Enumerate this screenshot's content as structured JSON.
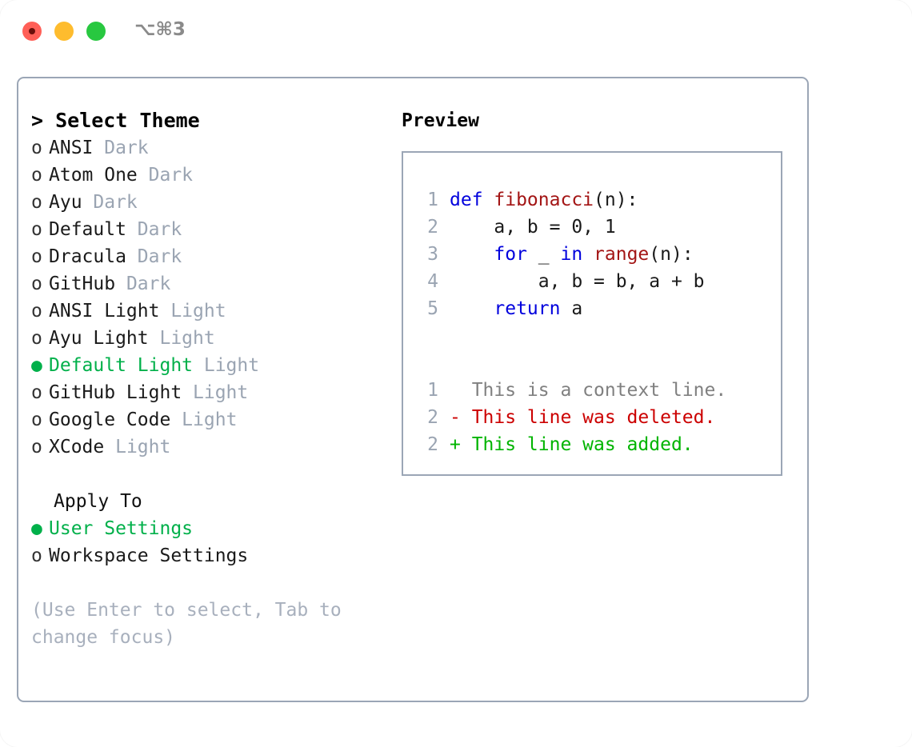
{
  "titlebar": {
    "shortcut": "⌥⌘3",
    "buttons": [
      "close",
      "minimize",
      "maximize"
    ]
  },
  "theme_panel": {
    "header": "> Select Theme",
    "marker_unselected": "o",
    "marker_selected": "●",
    "items": [
      {
        "name": "ANSI",
        "tag": "Dark",
        "selected": false
      },
      {
        "name": "Atom One",
        "tag": "Dark",
        "selected": false
      },
      {
        "name": "Ayu",
        "tag": "Dark",
        "selected": false
      },
      {
        "name": "Default",
        "tag": "Dark",
        "selected": false
      },
      {
        "name": "Dracula",
        "tag": "Dark",
        "selected": false
      },
      {
        "name": "GitHub",
        "tag": "Dark",
        "selected": false
      },
      {
        "name": "ANSI Light",
        "tag": "Light",
        "selected": false
      },
      {
        "name": "Ayu Light",
        "tag": "Light",
        "selected": false
      },
      {
        "name": "Default Light",
        "tag": "Light",
        "selected": true
      },
      {
        "name": "GitHub Light",
        "tag": "Light",
        "selected": false
      },
      {
        "name": "Google Code",
        "tag": "Light",
        "selected": false
      },
      {
        "name": "XCode",
        "tag": "Light",
        "selected": false
      }
    ]
  },
  "apply_to": {
    "label": "Apply To",
    "options": [
      {
        "name": "User Settings",
        "selected": true
      },
      {
        "name": "Workspace Settings",
        "selected": false
      }
    ]
  },
  "hint": "(Use Enter to select, Tab to change focus)",
  "preview": {
    "header": "Preview",
    "code_lines": [
      {
        "no": "1",
        "segments": [
          {
            "t": "def ",
            "c": "kw"
          },
          {
            "t": "fibonacci",
            "c": "fn"
          },
          {
            "t": "(n):",
            "c": "pl"
          }
        ]
      },
      {
        "no": "2",
        "segments": [
          {
            "t": "    a, b = 0, 1",
            "c": "pl"
          }
        ]
      },
      {
        "no": "3",
        "segments": [
          {
            "t": "    ",
            "c": "pl"
          },
          {
            "t": "for",
            "c": "kw"
          },
          {
            "t": " _ ",
            "c": "pl"
          },
          {
            "t": "in",
            "c": "kw"
          },
          {
            "t": " ",
            "c": "pl"
          },
          {
            "t": "range",
            "c": "fn"
          },
          {
            "t": "(n):",
            "c": "pl"
          }
        ]
      },
      {
        "no": "4",
        "segments": [
          {
            "t": "        a, b = b, a + b",
            "c": "pl"
          }
        ]
      },
      {
        "no": "5",
        "segments": [
          {
            "t": "    ",
            "c": "pl"
          },
          {
            "t": "return",
            "c": "kw"
          },
          {
            "t": " a",
            "c": "pl"
          }
        ]
      }
    ],
    "diff_lines": [
      {
        "no": "1",
        "marker": " ",
        "text": "This is a context line.",
        "kind": "ctx"
      },
      {
        "no": "2",
        "marker": "-",
        "text": "This line was deleted.",
        "kind": "del"
      },
      {
        "no": "2",
        "marker": "+",
        "text": "This line was added.",
        "kind": "add"
      }
    ]
  },
  "colors": {
    "accent_green": "#00b04a",
    "border": "#9ba6b6",
    "muted": "#9aa4b2",
    "hint": "#a8b0bd",
    "keyword": "#0000dd",
    "function": "#a31515",
    "diff_added": "#00b400",
    "diff_deleted": "#cc0000",
    "diff_context": "#808080"
  }
}
